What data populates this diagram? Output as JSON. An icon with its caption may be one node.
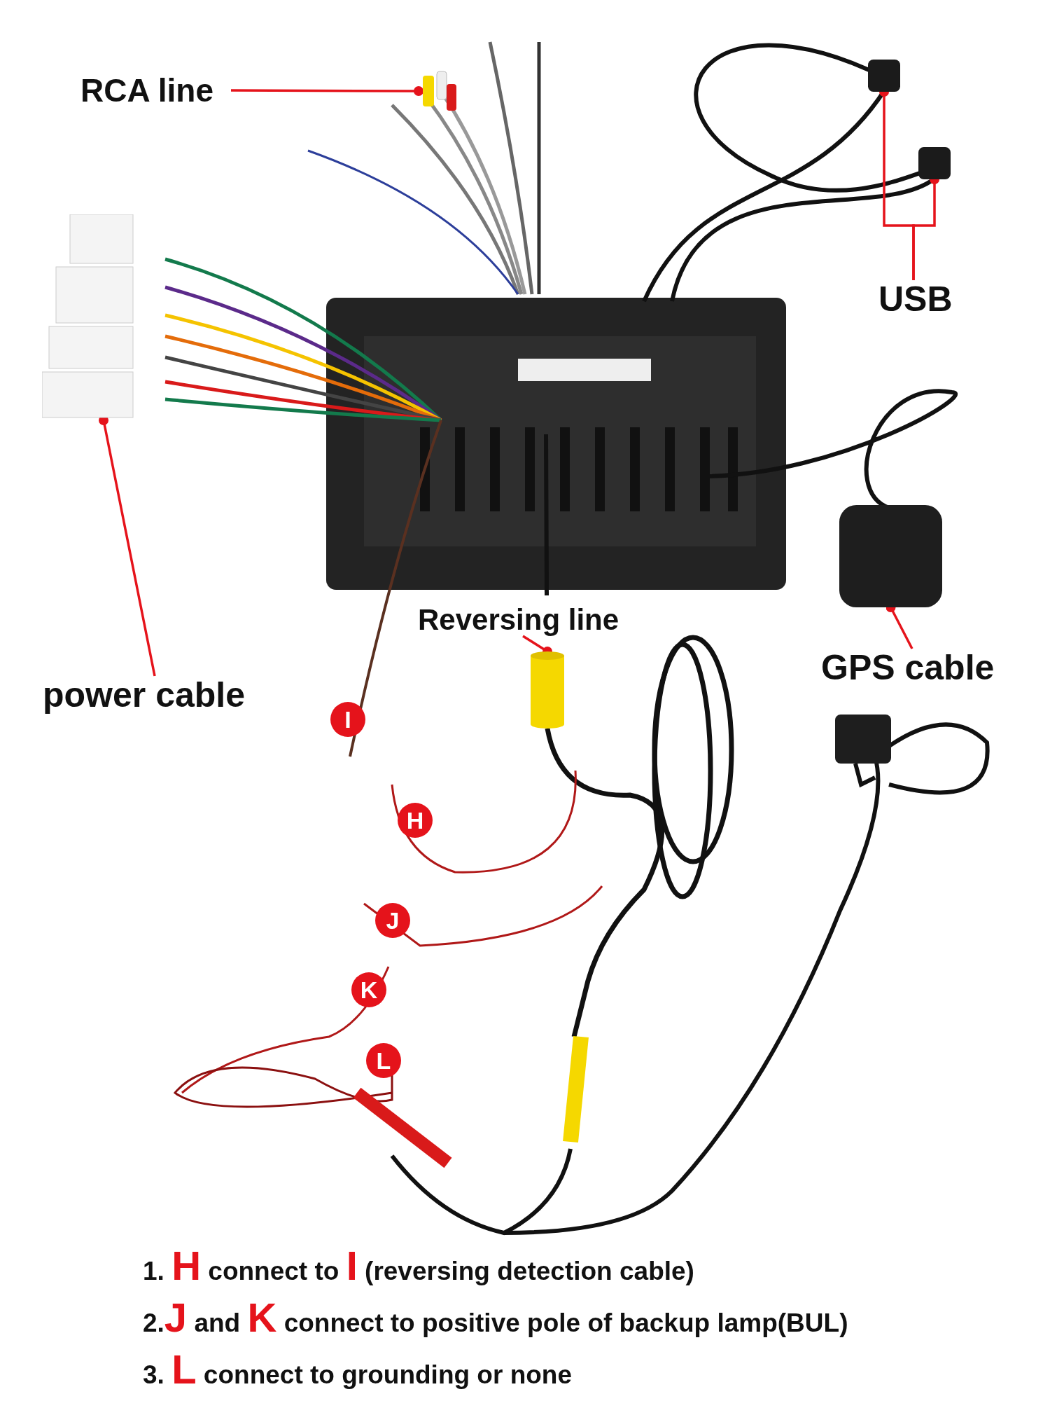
{
  "diagram": {
    "nodes": [
      {
        "text": [
          "RCA line"
        ]
      },
      {
        "text": [],
        "shape": "picture"
      },
      {
        "text": [],
        "shape": "box"
      },
      {
        "text": [],
        "shape": "box"
      },
      {
        "text": [
          "USB"
        ]
      },
      {
        "text": [],
        "shape": "picture"
      },
      {
        "text": [
          "Reversing line"
        ]
      },
      {
        "text": [],
        "shape": "cylinder"
      },
      {
        "text": [],
        "shape": "box"
      },
      {
        "text": [
          "GPS cable"
        ]
      },
      {
        "text": [
          "power cable"
        ]
      },
      {
        "text": [
          "I"
        ]
      },
      {
        "text": [
          "H"
        ]
      },
      {
        "text": [
          "J"
        ]
      },
      {
        "text": [
          "K"
        ]
      },
      {
        "text": [
          "L"
        ]
      }
    ],
    "edges": [
      {
        "from": 0,
        "to": 1,
        "arrow": "other"
      },
      {
        "from": 4,
        "to": 2,
        "arrow": "other"
      },
      {
        "from": 4,
        "to": 3,
        "arrow": "other"
      },
      {
        "from": 10,
        "to": 5,
        "arrow": "other"
      },
      {
        "from": 6,
        "to": 7,
        "arrow": "other"
      },
      {
        "from": 9,
        "to": 8,
        "arrow": "other"
      }
    ],
    "labels": [
      "1. **H** connect to **I** (reversing detection cable)",
      "2.**J** and **K** connect to positive pole of backup lamp(BUL)",
      "3. **L** connect to grounding or none"
    ]
  }
}
